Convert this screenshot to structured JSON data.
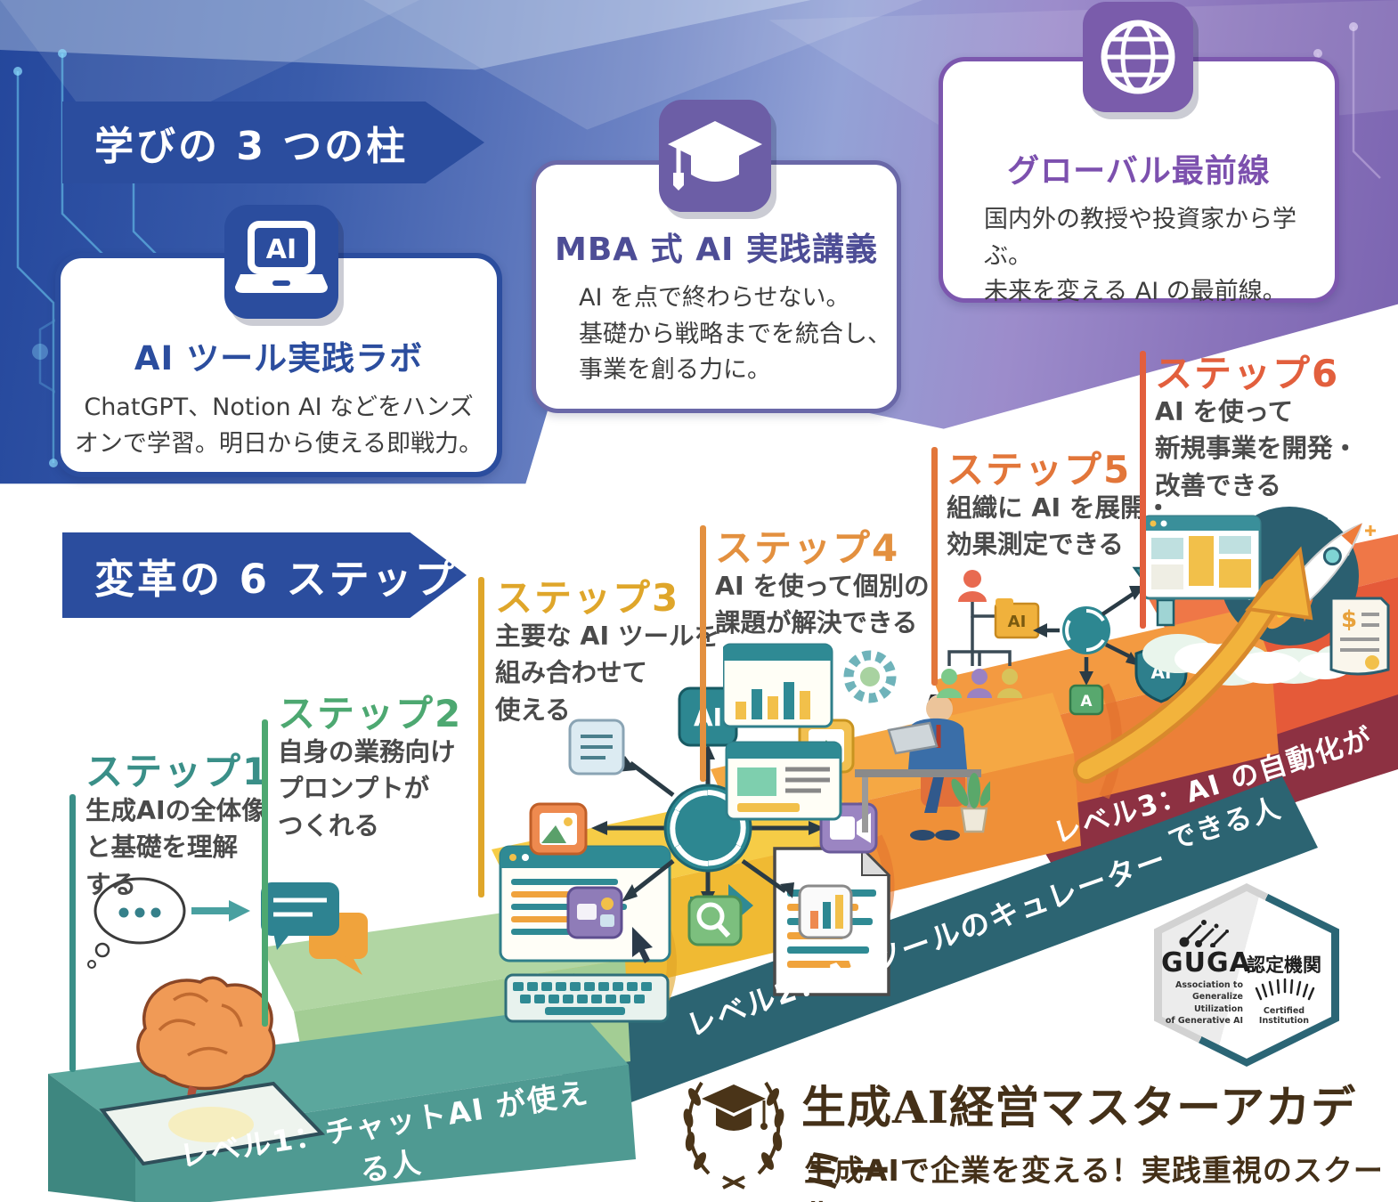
{
  "sections": {
    "pillars_banner": "学びの 3 つの柱",
    "steps_banner": "変革の 6 ステップ"
  },
  "pillars": [
    {
      "icon": "ai-laptop-icon",
      "title": "AI ツール実践ラボ",
      "body": "ChatGPT、Notion AI などをハンズ\nオンで学習。明日から使える即戦力。",
      "accent_color": "#2b4d9e"
    },
    {
      "icon": "graduation-cap-icon",
      "title": "MBA 式 AI 実践講義",
      "body": "AI を点で終わらせない。\n基礎から戦略までを統合し、\n事業を創る力に。",
      "accent_color": "#53519c"
    },
    {
      "icon": "globe-icon",
      "title": "グローバル最前線",
      "body": "国内外の教授や投資家から学ぶ。\n未来を変える AI の最前線。",
      "accent_color": "#7c50ae"
    }
  ],
  "steps": [
    {
      "label": "ステップ1",
      "body": "生成AIの全体像\nと基礎を理解\nする",
      "color": "#3a8f88"
    },
    {
      "label": "ステップ2",
      "body": "自身の業務向け\nプロンプトが\nつくれる",
      "color": "#4da871"
    },
    {
      "label": "ステップ3",
      "body": "主要な AI ツールを\n組み合わせて\n使える",
      "color": "#dfa62a"
    },
    {
      "label": "ステップ4",
      "body": "AI を使って個別の\n課題が解決できる",
      "color": "#e3903f"
    },
    {
      "label": "ステップ5",
      "body": "組織に AI を展開・\n効果測定できる",
      "color": "#e2763a"
    },
    {
      "label": "ステップ6",
      "body": "AI を使って\n新規事業を開発・\n改善できる",
      "color": "#e25f3d"
    }
  ],
  "levels": [
    {
      "label": "レベル1：チャットAI が使える人",
      "ribbon_color": "#4f9a92"
    },
    {
      "label": "レベル2：AI ツールのキュレーター",
      "ribbon_color": "#2c6472"
    },
    {
      "label": "レベル3：AI の自動化ができる人",
      "ribbon_color": "#8d3142"
    }
  ],
  "certification_badge": {
    "org_acronym": "GUGA",
    "org_name": "Association to\nGeneralize Utilization\nof Generative AI",
    "label_ja": "認定機関",
    "label_en": "Certified Institution"
  },
  "footer": {
    "academy_name": "生成AI経営マスターアカデミー",
    "tagline": "生成AIで企業を変える！実践重視のスクール"
  },
  "colors": {
    "banner_blue": "#2b4d9e",
    "stair_teal": "#5ba79d",
    "stair_green": "#b1d6a3",
    "stair_yellow": "#f6cc46",
    "stair_orange": "#f5a844",
    "stair_deep_orange": "#f39a41",
    "stair_red": "#e55a39",
    "ribbon_teal": "#2c6472",
    "ribbon_dark_red": "#8d3142"
  }
}
